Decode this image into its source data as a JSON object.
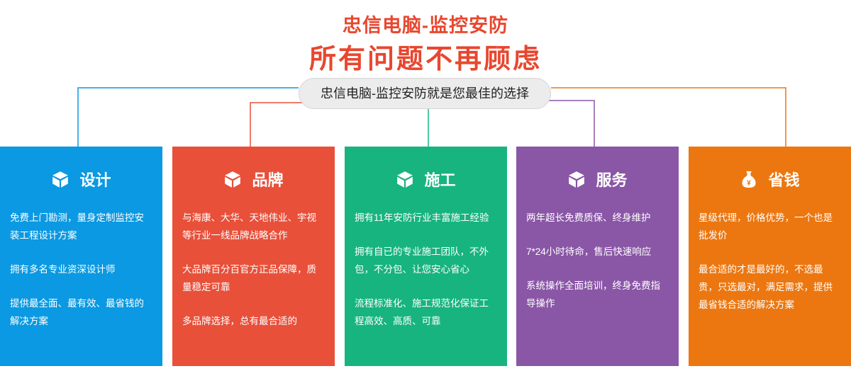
{
  "header": {
    "title_line1": "忠信电脑-监控安防",
    "title_line2": "所有问题不再顾虑",
    "tagline": "忠信电脑-监控安防就是您最佳的选择"
  },
  "colors": {
    "title": "#e8472f",
    "design": "#0a99e2",
    "brand": "#e8503a",
    "construction": "#17b47f",
    "service": "#8a56a6",
    "savings": "#ec7710"
  },
  "cards": [
    {
      "title": "设计",
      "icon": "cube-icon",
      "items": [
        "免费上门勘测，量身定制监控安装工程设计方案",
        "拥有多名专业资深设计师",
        "提供最全面、最有效、最省钱的解决方案"
      ]
    },
    {
      "title": "品牌",
      "icon": "cube-icon",
      "items": [
        "与海康、大华、天地伟业、宇视等行业一线品牌战略合作",
        "大品牌百分百官方正品保障，质量稳定可靠",
        "多品牌选择，总有最合适的"
      ]
    },
    {
      "title": "施工",
      "icon": "cube-icon",
      "items": [
        "拥有11年安防行业丰富施工经验",
        "拥有自已的专业施工团队，不外包，不分包、让您安心省心",
        "流程标准化、施工规范化保证工程高效、高质、可靠"
      ]
    },
    {
      "title": "服务",
      "icon": "cube-icon",
      "items": [
        "两年超长免费质保、终身维护",
        "7*24小时待命，售后快速响应",
        "系统操作全面培训，终身免费指导操作"
      ]
    },
    {
      "title": "省钱",
      "icon": "money-bag-icon",
      "icon_text": "¥",
      "items": [
        "星级代理，价格优势，一个也是批发价",
        "最合适的才是最好的，不选最贵，只选最对，满足需求，提供最省钱合适的解决方案"
      ]
    }
  ]
}
